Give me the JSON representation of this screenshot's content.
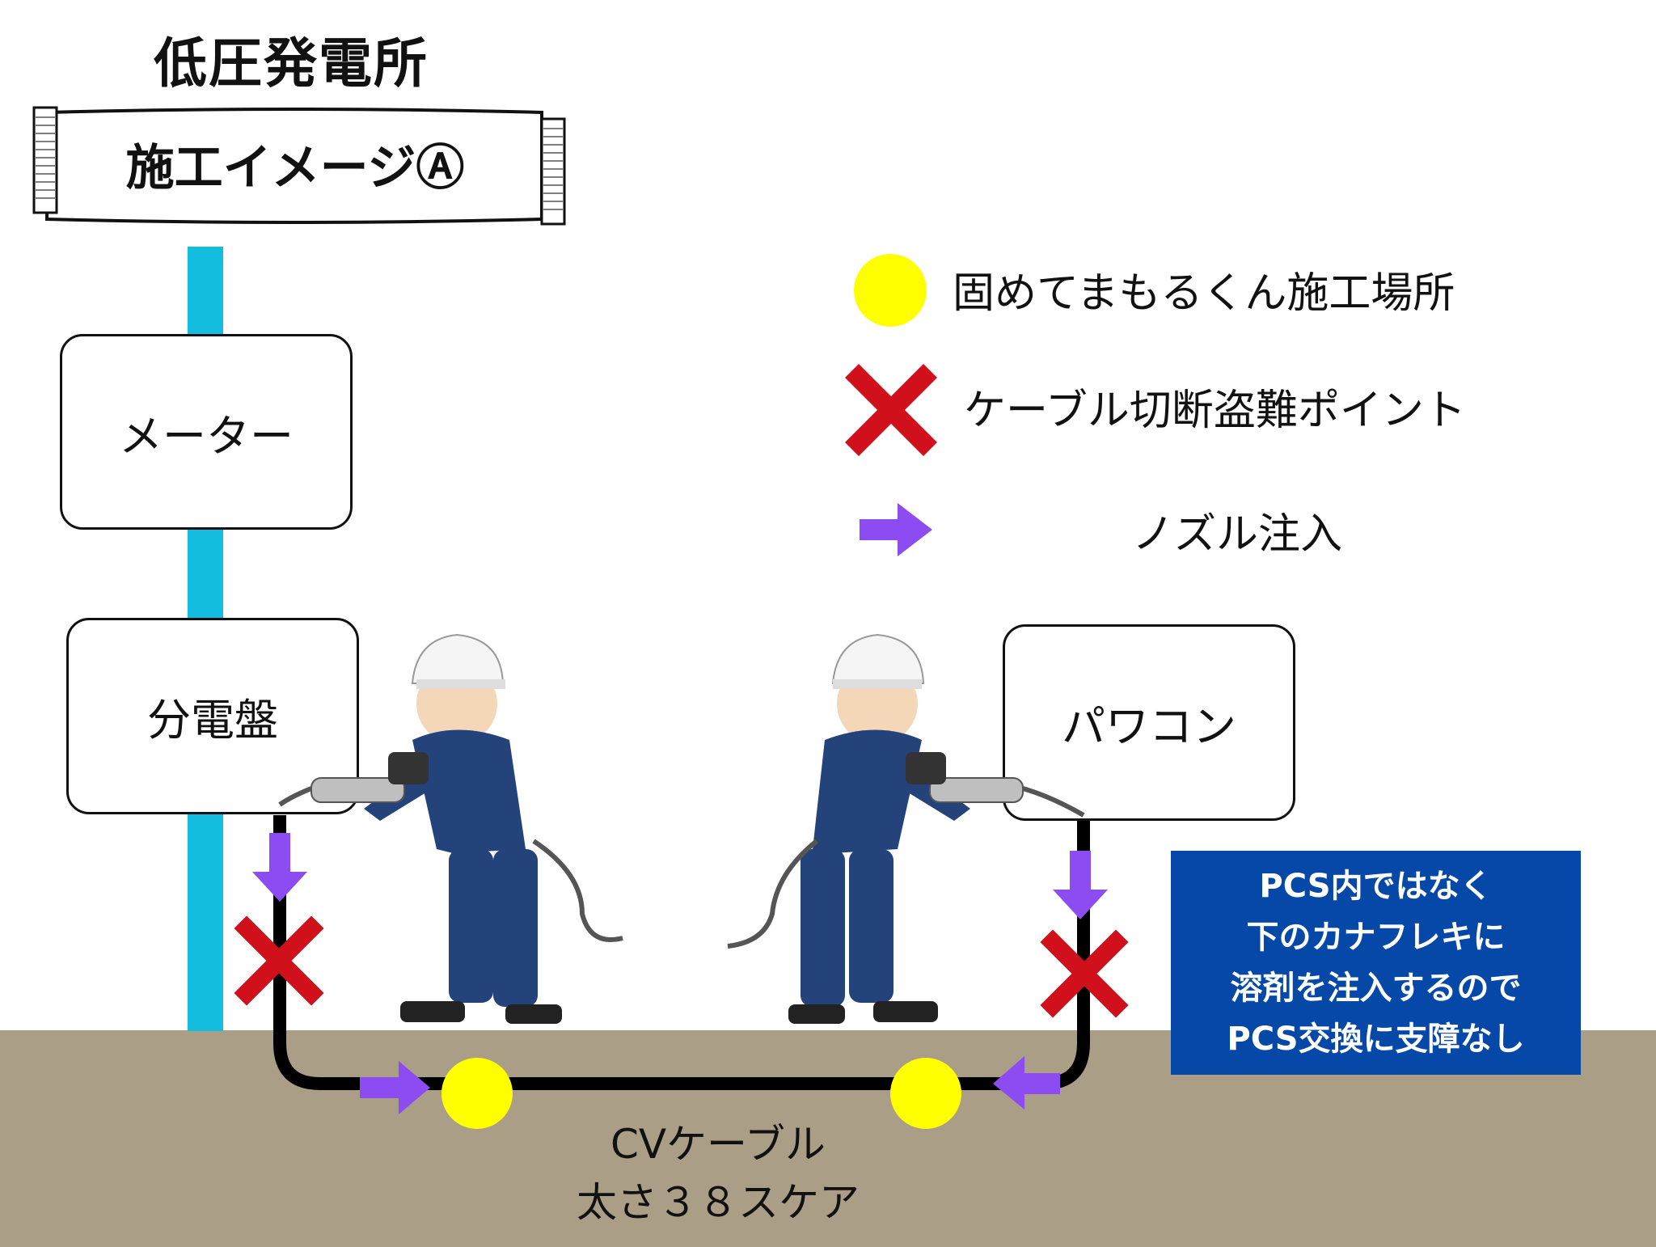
{
  "title": "低圧発電所",
  "banner": "施工イメージⒶ",
  "boxes": {
    "meter": "メーター",
    "distribution_panel": "分電盤",
    "power_conditioner": "パワコン"
  },
  "legend": {
    "construction_site": "固めてまもるくん施工場所",
    "theft_point": "ケーブル切断盗難ポイント",
    "nozzle_injection": "ノズル注入"
  },
  "cable": {
    "line1": "CVケーブル",
    "line2": "太さ３８スケア"
  },
  "note": {
    "lines": [
      "PCS内ではなく",
      "下のカナフレキに",
      "溶剤を注入するので",
      "PCS交換に支障なし"
    ]
  },
  "colors": {
    "pole": "#12bde0",
    "ground": "#ab9e87",
    "marker_yellow": "#ffff00",
    "cross_red": "#d0101a",
    "arrow_purple": "#8c4cf2",
    "note_bg": "#0648a8"
  },
  "icons": {
    "yellow_dot": "circle",
    "red_x": "cross-icon",
    "purple_arrow": "arrow-icon"
  }
}
